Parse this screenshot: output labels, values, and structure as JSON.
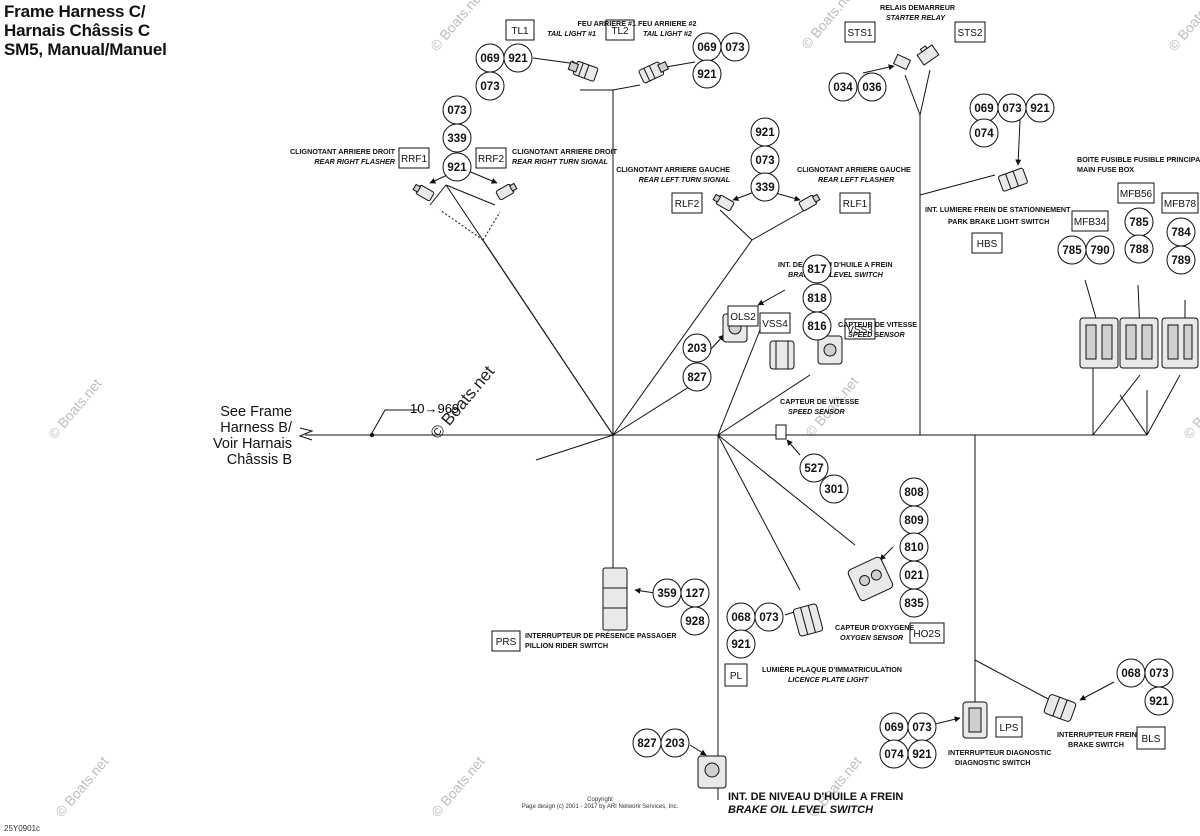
{
  "title": {
    "line1": "Frame Harness C/",
    "line2": "Harnais Châssis C",
    "line3": "SM5, Manual/Manuel"
  },
  "see_reference": {
    "line1": "See Frame",
    "line2": "Harness B/",
    "line3": "Voir Harnais",
    "line4": "Châssis B"
  },
  "splice_label": "10→969",
  "watermark": {
    "main": "© Boats.net",
    "small": "© Boats.net"
  },
  "labels": {
    "TL1": "TL1",
    "TL2": "TL2",
    "STS1": "STS1",
    "STS2": "STS2",
    "RRF1": "RRF1",
    "RRF2": "RRF2",
    "RLF2": "RLF2",
    "RLF1": "RLF1",
    "HBS": "HBS",
    "MFB34": "MFB34",
    "MFB56": "MFB56",
    "MFB78": "MFB78",
    "OLS2": "OLS2",
    "VSS3": "VSS3",
    "VSS4": "VSS4",
    "PRS": "PRS",
    "PL": "PL",
    "HO2S": "HO2S",
    "LPS": "LPS",
    "BLS": "BLS"
  },
  "captions": {
    "tl1_fr": "FEU ARRIERE #1",
    "tl1_en": "TAIL LIGHT #1",
    "tl2_fr": "FEU ARRIERE #2",
    "tl2_en": "TAIL LIGHT #2",
    "sts_fr": "RELAIS DEMARREUR",
    "sts_en": "STARTER RELAY",
    "rrf1_fr": "CLIGNOTANT ARRIERE DROIT",
    "rrf1_en": "REAR RIGHT FLASHER",
    "rrf2_fr": "CLIGNOTANT ARRIERE DROIT",
    "rrf2_en": "REAR RIGHT TURN SIGNAL",
    "rlf2_fr": "CLIGNOTANT ARRIERE GAUCHE",
    "rlf2_en": "REAR LEFT TURN SIGNAL",
    "rlf1_fr": "CLIGNOTANT ARRIERE GAUCHE",
    "rlf1_en": "REAR LEFT FLASHER",
    "fuse_fr": "BOITE FUSIBLE FUSIBLE PRINCIPAL",
    "fuse_en": "MAIN FUSE BOX",
    "hbs_fr": "INT. LUMIERE FREIN DE STATIONNEMENT",
    "hbs_en": "PARK BRAKE LIGHT SWITCH",
    "ols_fr": "INT. DE NIVEAU D'HUILE A FREIN",
    "ols_en": "BRAKE OIL LEVEL SWITCH",
    "vss3_fr": "CAPTEUR DE VITESSE",
    "vss3_en": "SPEED SENSOR",
    "vss4_fr": "CAPTEUR DE VITESSE",
    "vss4_en": "SPEED SENSOR",
    "prs_fr": "INTERRUPTEUR DE PRÉSENCE PASSAGER",
    "prs_en": "PILLION RIDER SWITCH",
    "pl_fr": "LUMIÈRE PLAQUE D'IMMATRICULATION",
    "pl_en": "LICENCE PLATE LIGHT",
    "ho2s_fr": "CAPTEUR D'OXYGENE",
    "ho2s_en": "OXYGEN SENSOR",
    "lps_fr": "INTERRUPTEUR DIAGNOSTIC",
    "lps_en": "DIAGNOSTIC SWITCH",
    "bls_fr": "INTERRUPTEUR FREIN",
    "bls_en": "BRAKE SWITCH",
    "ols_bottom_fr": "INT. DE NIVEAU D'HUILE A FREIN",
    "ols_bottom_en": "BRAKE OIL LEVEL SWITCH"
  },
  "wires": {
    "tl_left_top": "069",
    "tl_left_top2": "921",
    "tl_left_bottom": "073",
    "tl_right_top": "069",
    "tl_right_top2": "073",
    "tl_right_bottom": "921",
    "sts_a": "034",
    "sts_b": "036",
    "rrf_073": "073",
    "rrf_339": "339",
    "rrf_921": "921",
    "rlf_921": "921",
    "rlf_073": "073",
    "rlf_339": "339",
    "hbs_069": "069",
    "hbs_073": "073",
    "hbs_921": "921",
    "hbs_074": "074",
    "mfb34_a": "785",
    "mfb34_b": "790",
    "mfb56_a": "785",
    "mfb56_b": "788",
    "mfb78_a": "784",
    "mfb78_b": "789",
    "vss_817": "817",
    "vss_818": "818",
    "vss_816": "816",
    "ols_203": "203",
    "ols_827": "827",
    "mid_527": "527",
    "mid_301": "301",
    "ho2s_808": "808",
    "ho2s_809": "809",
    "ho2s_810": "810",
    "ho2s_021": "021",
    "ho2s_835": "835",
    "prs_359": "359",
    "prs_127": "127",
    "prs_928": "928",
    "pl_068": "068",
    "pl_073": "073",
    "pl_921": "921",
    "bls_068": "068",
    "bls_073": "073",
    "bls_921": "921",
    "lps_069": "069",
    "lps_073": "073",
    "lps_074": "074",
    "lps_921": "921",
    "olsb_827": "827",
    "olsb_203": "203"
  },
  "footer": {
    "copyright": "Copyright",
    "page_design": "Page design (c) 2001 - 2017 by ARI Network Services, Inc.",
    "code": "25Y0901c"
  }
}
